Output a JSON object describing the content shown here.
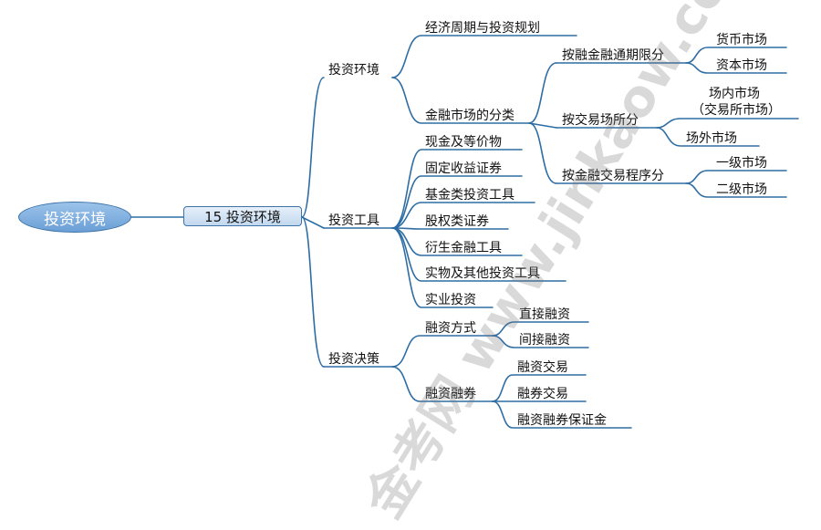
{
  "root": "投资环境",
  "center": "15 投资环境",
  "branches": {
    "env": {
      "label": "投资环境",
      "cycle": "经济周期与投资规划",
      "market": "金融市场的分类",
      "by_term": "按融金融通期限分",
      "money_market": "货币市场",
      "capital_market": "资本市场",
      "by_venue": "按交易场所分",
      "onsite_1": "场内市场",
      "onsite_2": "（交易所市场）",
      "offsite": "场外市场",
      "by_procedure": "按金融交易程序分",
      "primary": "一级市场",
      "secondary": "二级市场"
    },
    "tools": {
      "label": "投资工具",
      "items": [
        "现金及等价物",
        "固定收益证券",
        "基金类投资工具",
        "股权类证券",
        "衍生金融工具",
        "实物及其他投资工具",
        "实业投资"
      ]
    },
    "decision": {
      "label": "投资决策",
      "financing_mode": "融资方式",
      "direct": "直接融资",
      "indirect": "间接融资",
      "margin": "融资融券",
      "margin_items": [
        "融资交易",
        "融券交易",
        "融资融券保证金"
      ]
    }
  },
  "watermark": "金考网 www.jinkaow.com",
  "colors": {
    "line": "#2e6da4",
    "root_fill": "#7aaae0",
    "center_fill": "#d6e6f6"
  }
}
